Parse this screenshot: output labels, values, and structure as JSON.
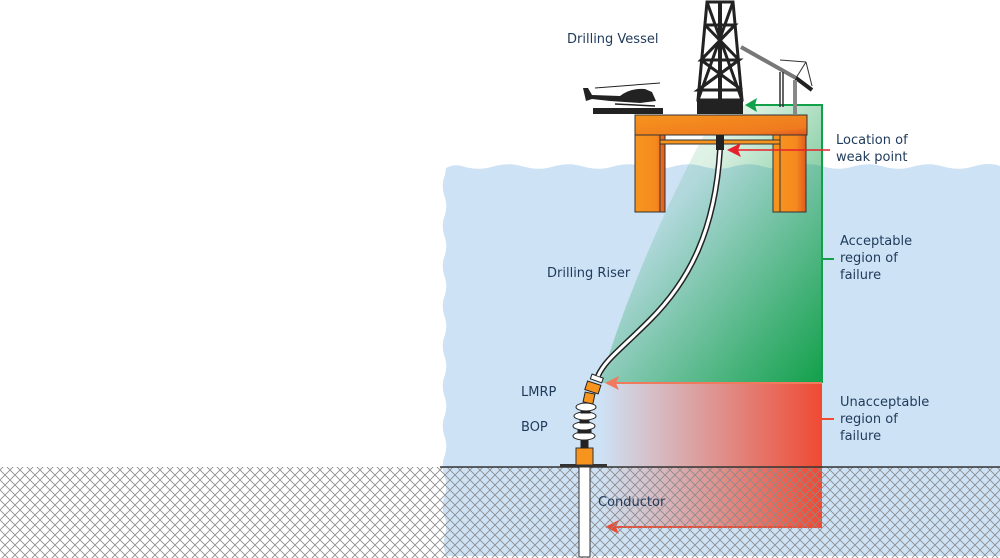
{
  "labels": {
    "drilling_vessel": "Drilling Vessel",
    "weak_point_line1": "Location of",
    "weak_point_line2": "weak point",
    "acceptable_line1": "Acceptable",
    "acceptable_line2": "region of",
    "acceptable_line3": "failure",
    "drilling_riser": "Drilling Riser",
    "lmrp": "LMRP",
    "bop": "BOP",
    "unacceptable_line1": "Unacceptable",
    "unacceptable_line2": "region of",
    "unacceptable_line3": "failure",
    "conductor": "Conductor"
  },
  "colors": {
    "water": "#cde2f5",
    "platform_orange": "#f7941d",
    "platform_dark": "#e25a1c",
    "acceptable_green": "#12a04a",
    "unacceptable_red": "#ef4a32",
    "weak_arrow_red": "#e8202a",
    "text": "#1f3a5a",
    "hatch": "#8a8a8a"
  }
}
